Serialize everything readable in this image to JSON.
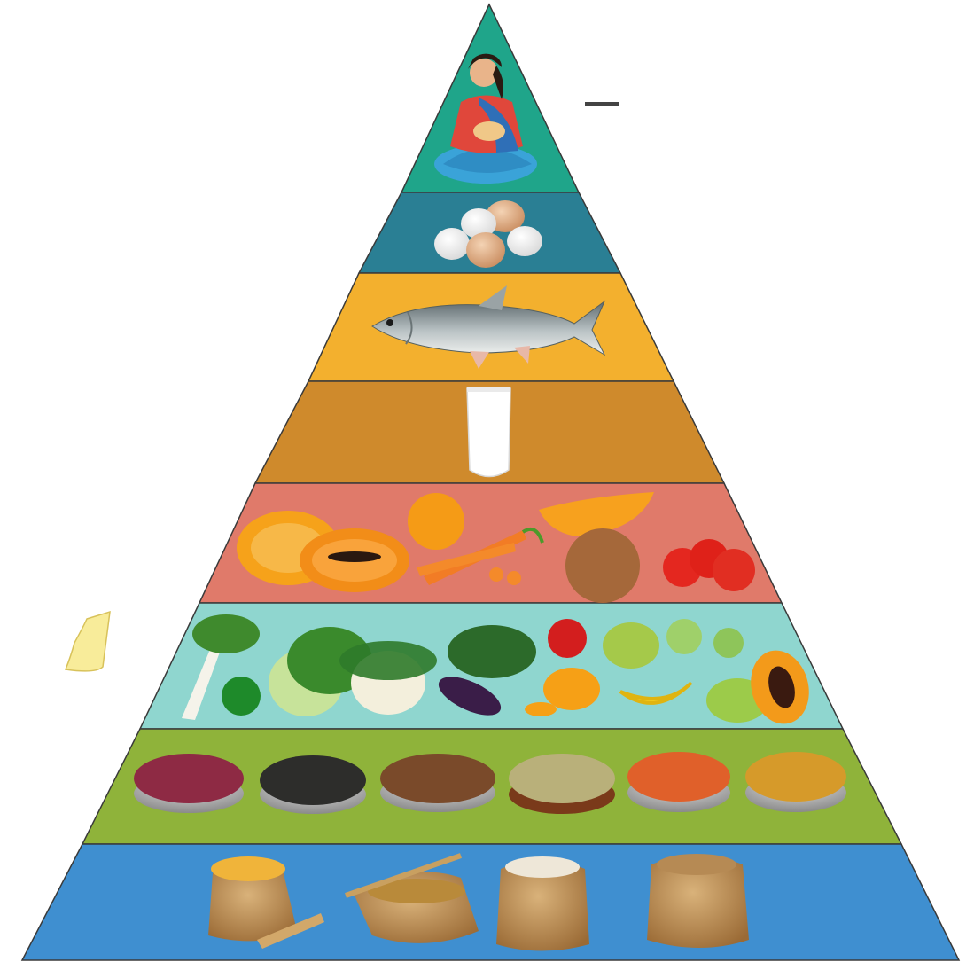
{
  "pyramid": {
    "tiers": [
      {
        "id": "mother-nursing",
        "color": "#1fa58a",
        "icon": "mother-breastfeeding-icon"
      },
      {
        "id": "eggs",
        "color": "#2a7f94",
        "icon": "eggs-icon"
      },
      {
        "id": "fish",
        "color": "#f3b02e",
        "icon": "fish-icon"
      },
      {
        "id": "milk",
        "color": "#cf8a2c",
        "icon": "milk-glass-icon"
      },
      {
        "id": "fruits-vegetables-orange",
        "color": "#e07a6a",
        "icon": "papaya-orange-carrot-pumpkin-tomato-icon"
      },
      {
        "id": "fruits-vegetables-green",
        "color": "#8fd6cf",
        "icon": "leafy-greens-fruits-icon"
      },
      {
        "id": "pulses-legumes",
        "color": "#8fb33a",
        "icon": "bowls-of-pulses-icon"
      },
      {
        "id": "cereals-grains",
        "color": "#3f8fd0",
        "icon": "sacks-of-grains-icon"
      }
    ]
  },
  "decorations": {
    "dash-mark-color": "#444444",
    "sticky-note-color": "#f8ec9a"
  }
}
